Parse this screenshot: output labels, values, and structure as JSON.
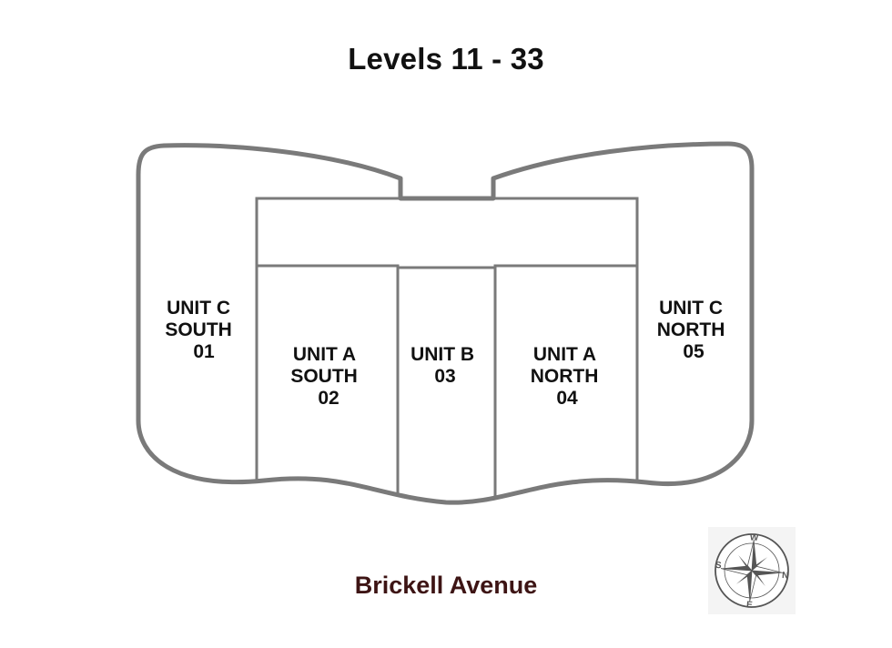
{
  "title": "Levels 11 - 33",
  "street": "Brickell Avenue",
  "colors": {
    "outline": "#7a7a7a",
    "label": "#111111",
    "street": "#3d1414",
    "compass": "#555555"
  },
  "units": [
    {
      "id": "unit-c-south",
      "lines": [
        "UNIT C",
        "SOUTH",
        "01"
      ]
    },
    {
      "id": "unit-a-south",
      "lines": [
        "UNIT A",
        "SOUTH",
        "02"
      ]
    },
    {
      "id": "unit-b",
      "lines": [
        "UNIT B",
        "03"
      ]
    },
    {
      "id": "unit-a-north",
      "lines": [
        "UNIT A",
        "NORTH",
        "04"
      ]
    },
    {
      "id": "unit-c-north",
      "lines": [
        "UNIT C",
        "NORTH",
        "05"
      ]
    }
  ],
  "compass": {
    "labels": [
      "W",
      "N",
      "E",
      "S"
    ]
  }
}
